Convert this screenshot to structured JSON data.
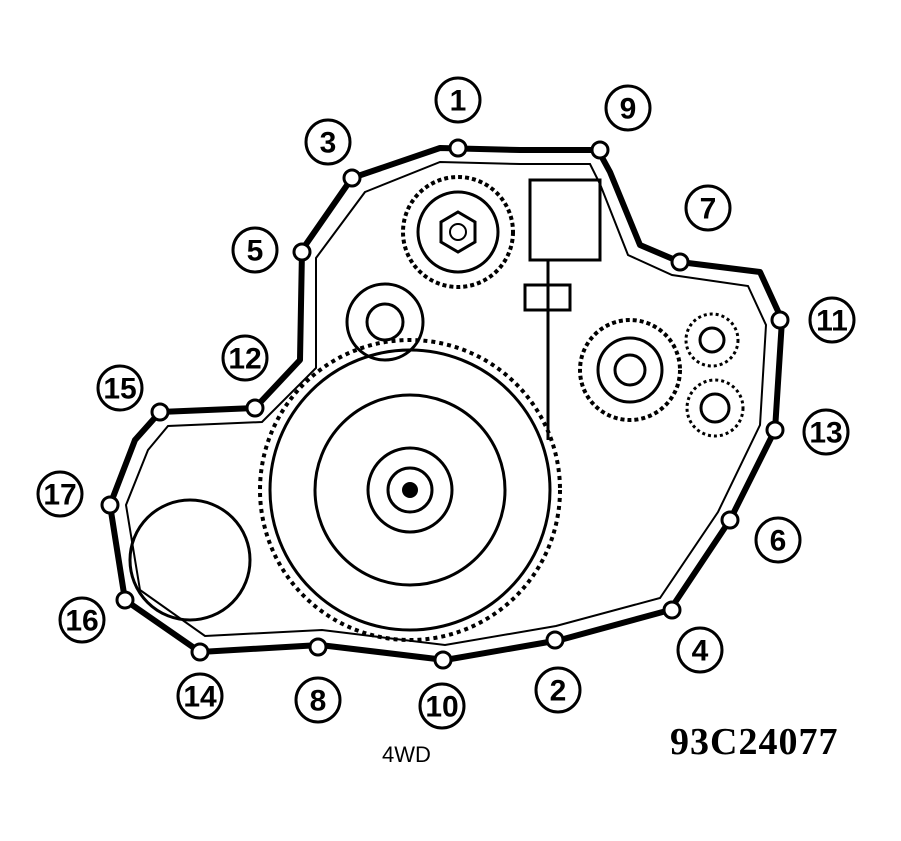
{
  "caption": "4WD",
  "figure_id": "93C24077",
  "callouts": [
    "1",
    "2",
    "3",
    "4",
    "5",
    "6",
    "7",
    "8",
    "9",
    "10",
    "11",
    "12",
    "13",
    "14",
    "15",
    "16",
    "17"
  ]
}
